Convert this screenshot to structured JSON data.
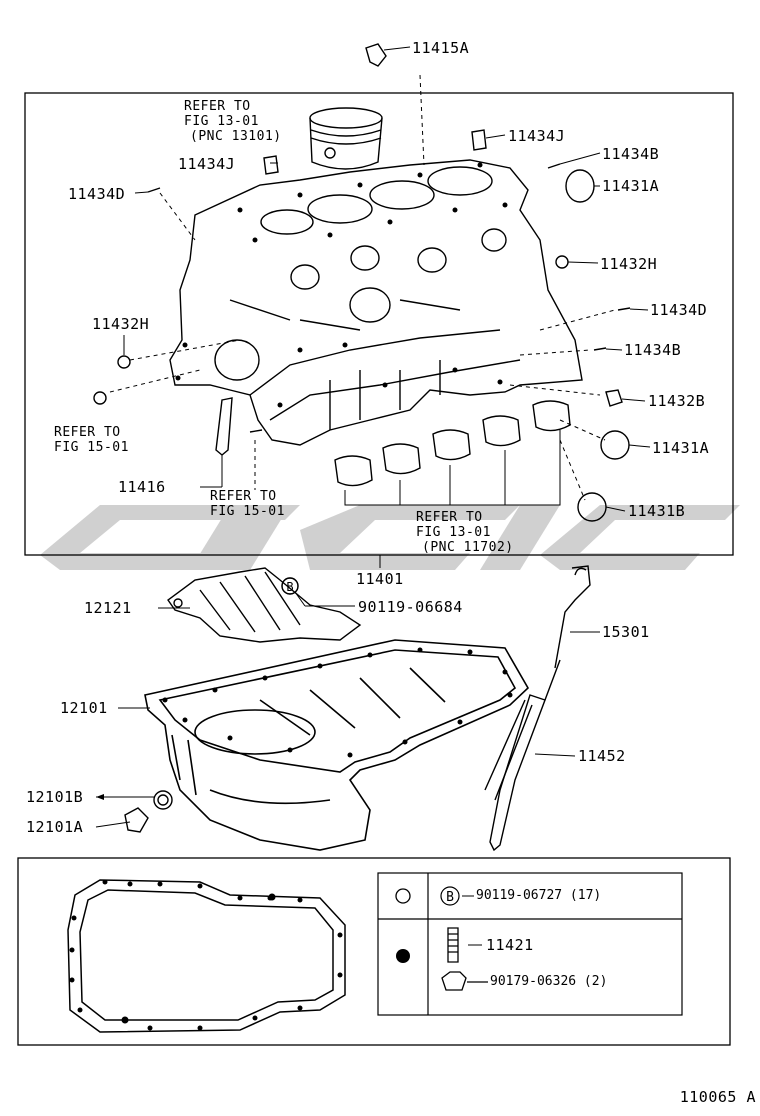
{
  "labels": {
    "p11415A": "11415A",
    "p11434J_r": "11434J",
    "p11434J_l": "11434J",
    "p11434B_t": "11434B",
    "p11431A_t": "11431A",
    "p11434D_l": "11434D",
    "p11432H_r": "11432H",
    "p11434D_r": "11434D",
    "p11432H_l": "11432H",
    "p11434B_m": "11434B",
    "p11432B": "11432B",
    "p11431A_b": "11431A",
    "p11416": "11416",
    "p11431B": "11431B",
    "p11401": "11401",
    "p12121": "12121",
    "p90119_06684": "90119-06684",
    "p15301": "15301",
    "p12101": "12101",
    "p11452": "11452",
    "p12101B": "12101B",
    "p12101A": "12101A"
  },
  "notes": {
    "ref_piston_1": "REFER TO",
    "ref_piston_2": "FIG 13-01",
    "ref_piston_3": "(PNC 13101)",
    "ref_fig15_left_1": "REFER TO",
    "ref_fig15_left_2": "FIG 15-01",
    "ref_fig15_mid_1": "REFER TO",
    "ref_fig15_mid_2": "FIG 15-01",
    "ref_bearing_1": "REFER TO",
    "ref_bearing_2": "FIG 13-01",
    "ref_bearing_3": "(PNC 11702)"
  },
  "legend": {
    "b_mark": "B",
    "row1_text": "90119-06727 (17)",
    "row2_text": "11421",
    "row3_text": "90179-06326 (2)"
  },
  "corner_id": "110065 A"
}
